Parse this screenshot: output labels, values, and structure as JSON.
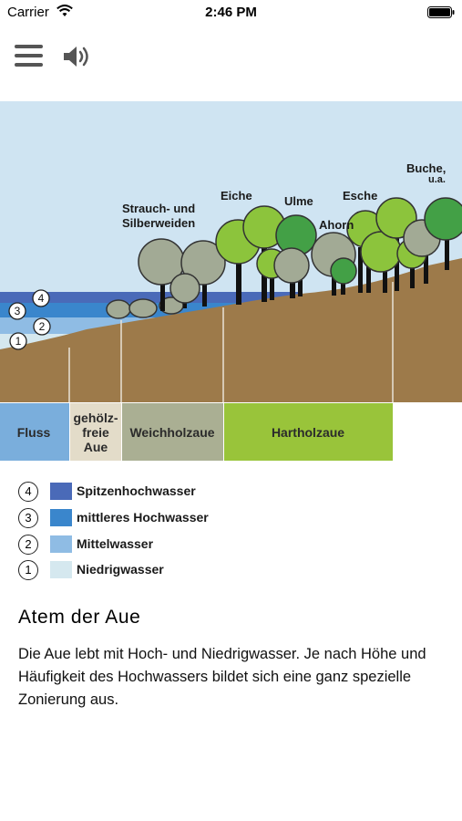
{
  "status_bar": {
    "carrier": "Carrier",
    "time": "2:46 PM"
  },
  "figure": {
    "tree_labels": {
      "strauch_line1": "Strauch- und",
      "strauch_line2": "Silberweiden",
      "eiche": "Eiche",
      "ulme": "Ulme",
      "ahorn": "Ahorn",
      "esche": "Esche",
      "buche_line1": "Buche,",
      "buche_line2": "u.a."
    },
    "water_level_numbers": [
      "1",
      "2",
      "3",
      "4"
    ],
    "zones": {
      "fluss": "Fluss",
      "aue_line1": "gehölz-",
      "aue_line2": "freie",
      "aue_line3": "Aue",
      "weichholz": "Weichholzaue",
      "hartholz": "Hartholzaue"
    },
    "colors": {
      "sky": "#cfe4f2",
      "ground": "#9d7a4a",
      "fluss": "#7aaedc",
      "aue": "#e3dcc9",
      "weichholz": "#aaaf93",
      "hartholz": "#99c43a"
    }
  },
  "legend": [
    {
      "number": "4",
      "label": "Spitzenhochwasser",
      "color": "#4a6ab8"
    },
    {
      "number": "3",
      "label": "mittleres Hochwasser",
      "color": "#3a86cc"
    },
    {
      "number": "2",
      "label": "Mittelwasser",
      "color": "#8fbce4"
    },
    {
      "number": "1",
      "label": "Niedrigwasser",
      "color": "#d5e8ef"
    }
  ],
  "article": {
    "title": "Atem der Aue",
    "body": "Die Aue lebt mit Hoch- und Niedrigwasser. Je nach Höhe und Häufigkeit des Hochwassers bildet sich eine ganz spezielle Zonierung aus."
  },
  "toolbar": {
    "menu_icon": "hamburger-menu-icon",
    "audio_icon": "speaker-icon"
  }
}
